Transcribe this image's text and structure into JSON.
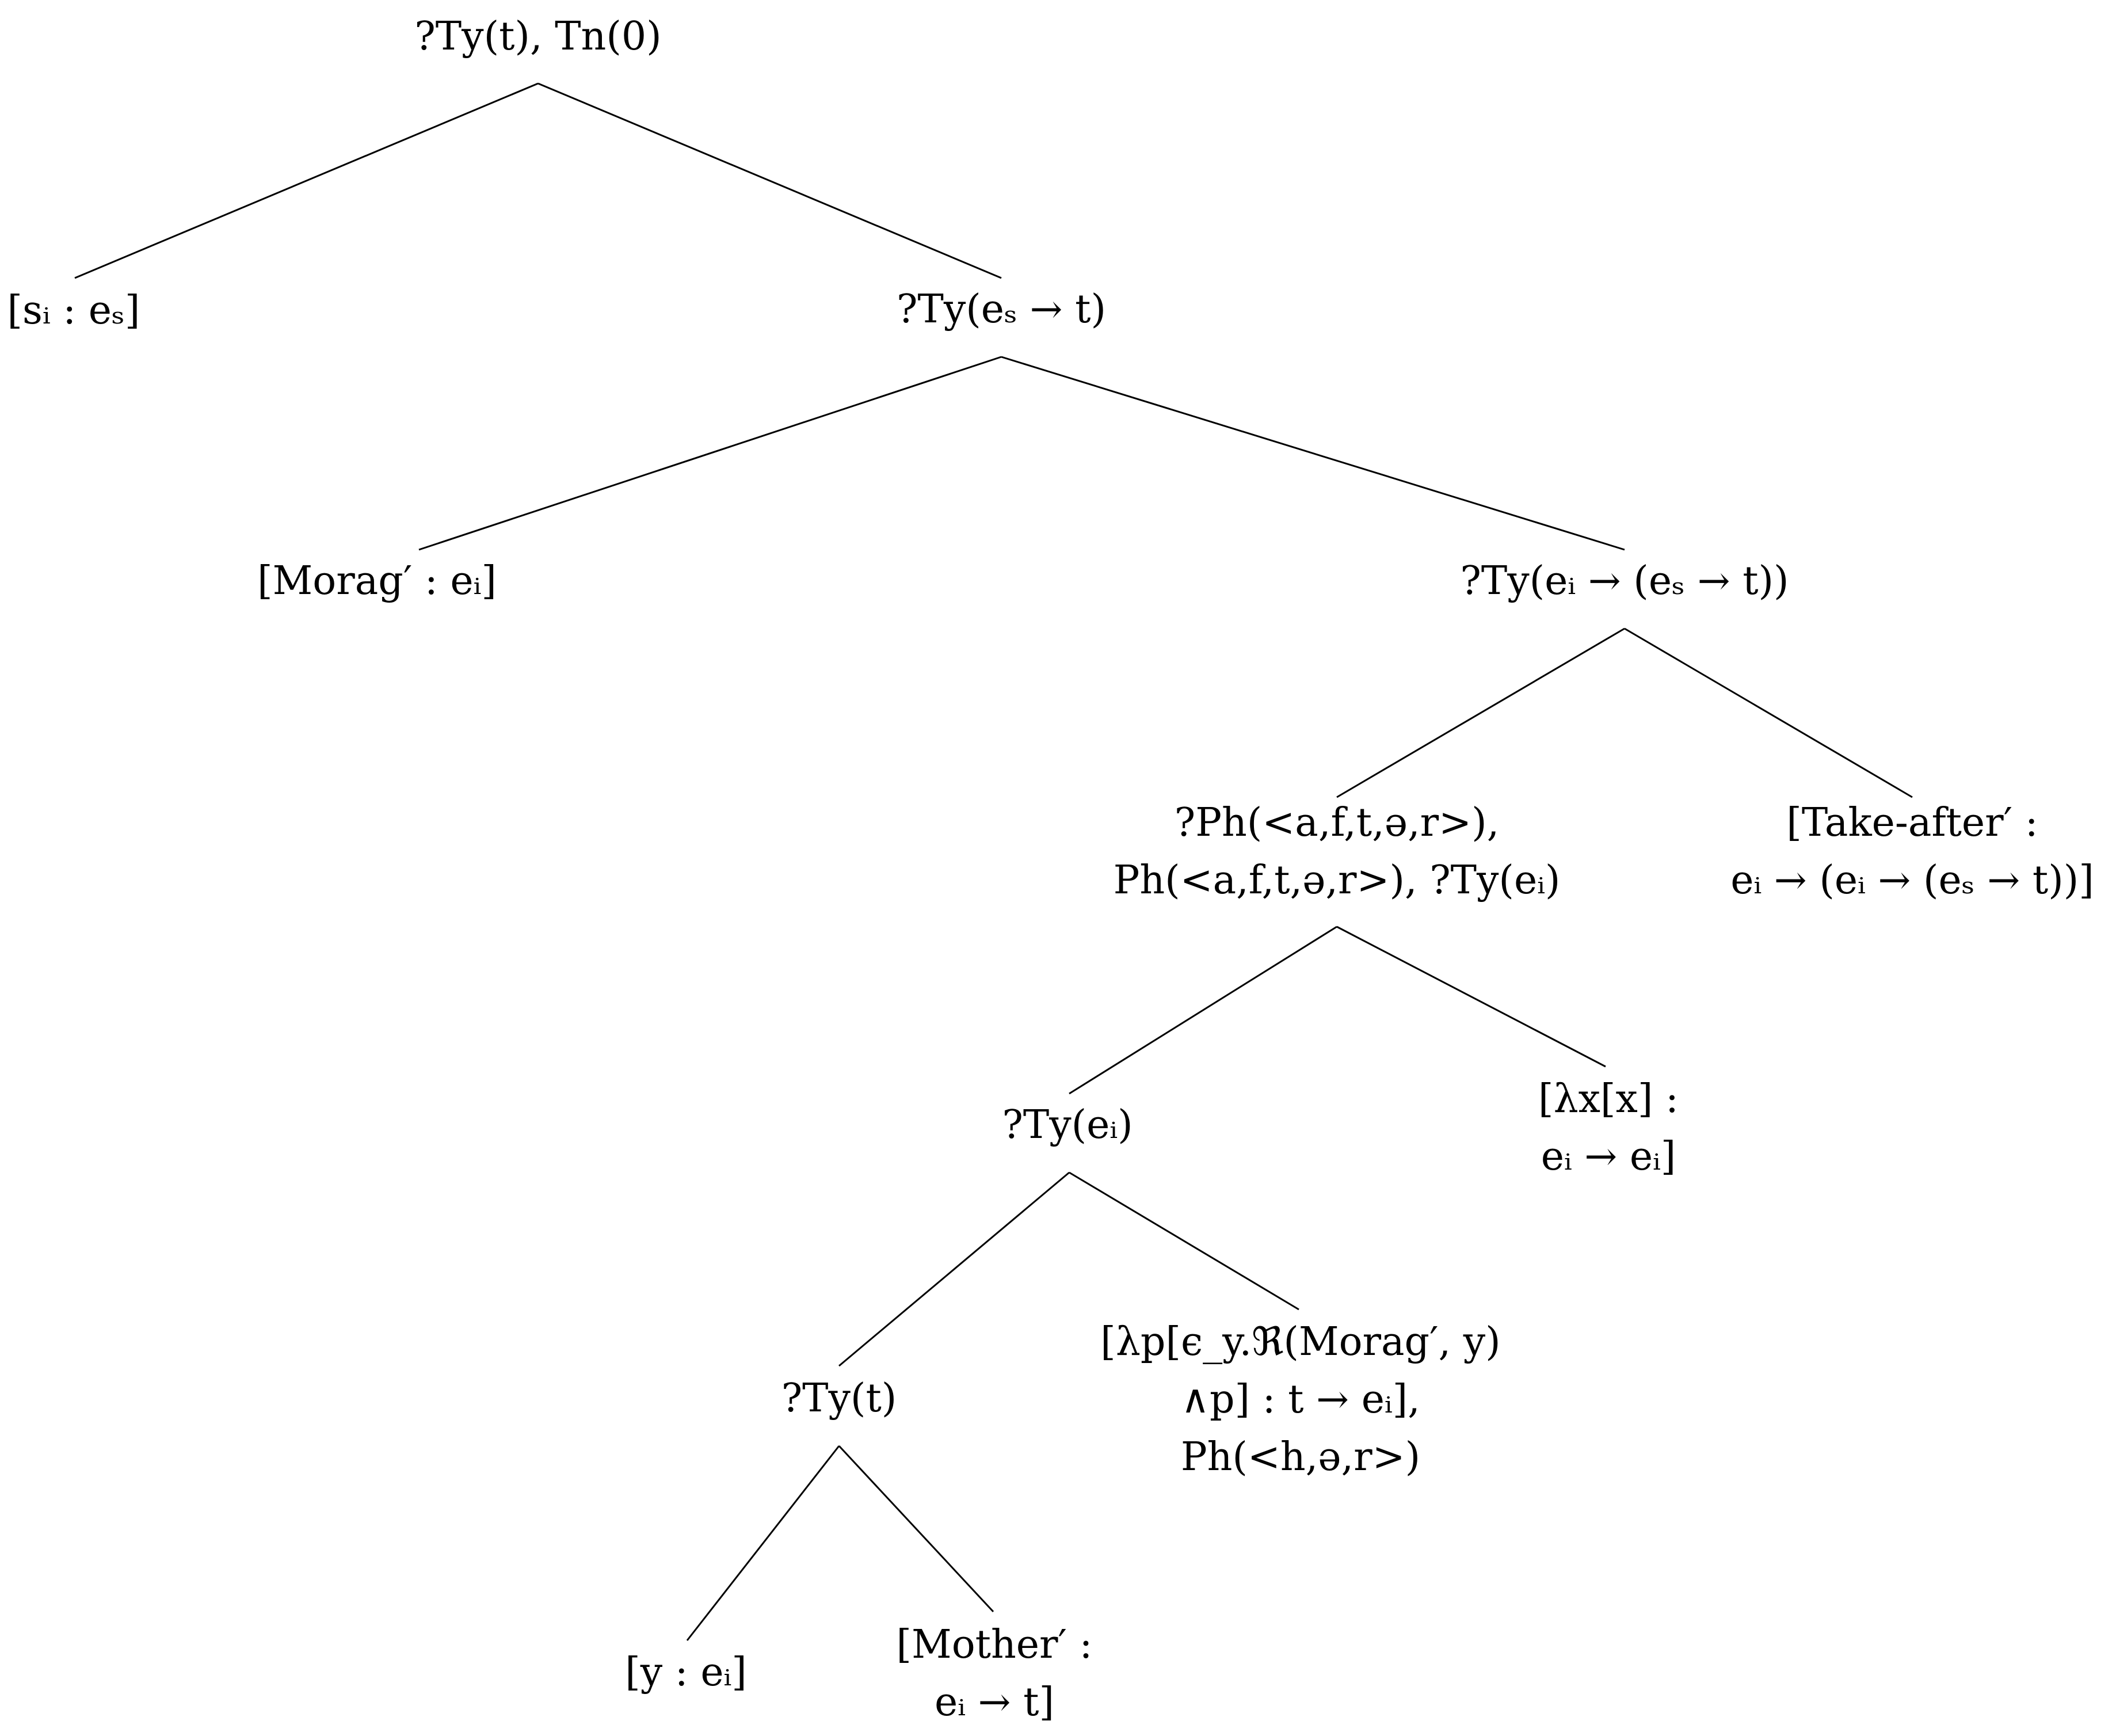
{
  "tree": {
    "root": {
      "lines": [
        "?Ty(t), Tn(0)"
      ]
    },
    "subject": {
      "lines": [
        "[sᵢ : eₛ]"
      ]
    },
    "pred1": {
      "lines": [
        "?Ty(eₛ → t)"
      ]
    },
    "morag": {
      "lines": [
        "[Morag′ : eᵢ]"
      ]
    },
    "pred2": {
      "lines": [
        "?Ty(eᵢ → (eₛ → t))"
      ]
    },
    "ph": {
      "lines": [
        "?Ph(<a,f,t,ə,r>),",
        "Ph(<a,f,t,ə,r>), ?Ty(eᵢ)"
      ]
    },
    "takeafter": {
      "lines": [
        "[Take-after′ :",
        "eᵢ → (eᵢ → (eₛ → t))]"
      ]
    },
    "tyei": {
      "lines": [
        "?Ty(eᵢ)"
      ]
    },
    "lambdax": {
      "lines": [
        "[λx[x] :",
        "eᵢ → eᵢ]"
      ]
    },
    "tyt": {
      "lines": [
        "?Ty(t)"
      ]
    },
    "lambdap": {
      "lines": [
        "[λp[ϵ_y.ℜ(Morag′, y)",
        "∧p] : t → eᵢ],",
        "Ph(<h,ə,r>)"
      ]
    },
    "yei": {
      "lines": [
        "[y : eᵢ]"
      ]
    },
    "mother": {
      "lines": [
        "[Mother′ :",
        "eᵢ → t]"
      ]
    }
  }
}
